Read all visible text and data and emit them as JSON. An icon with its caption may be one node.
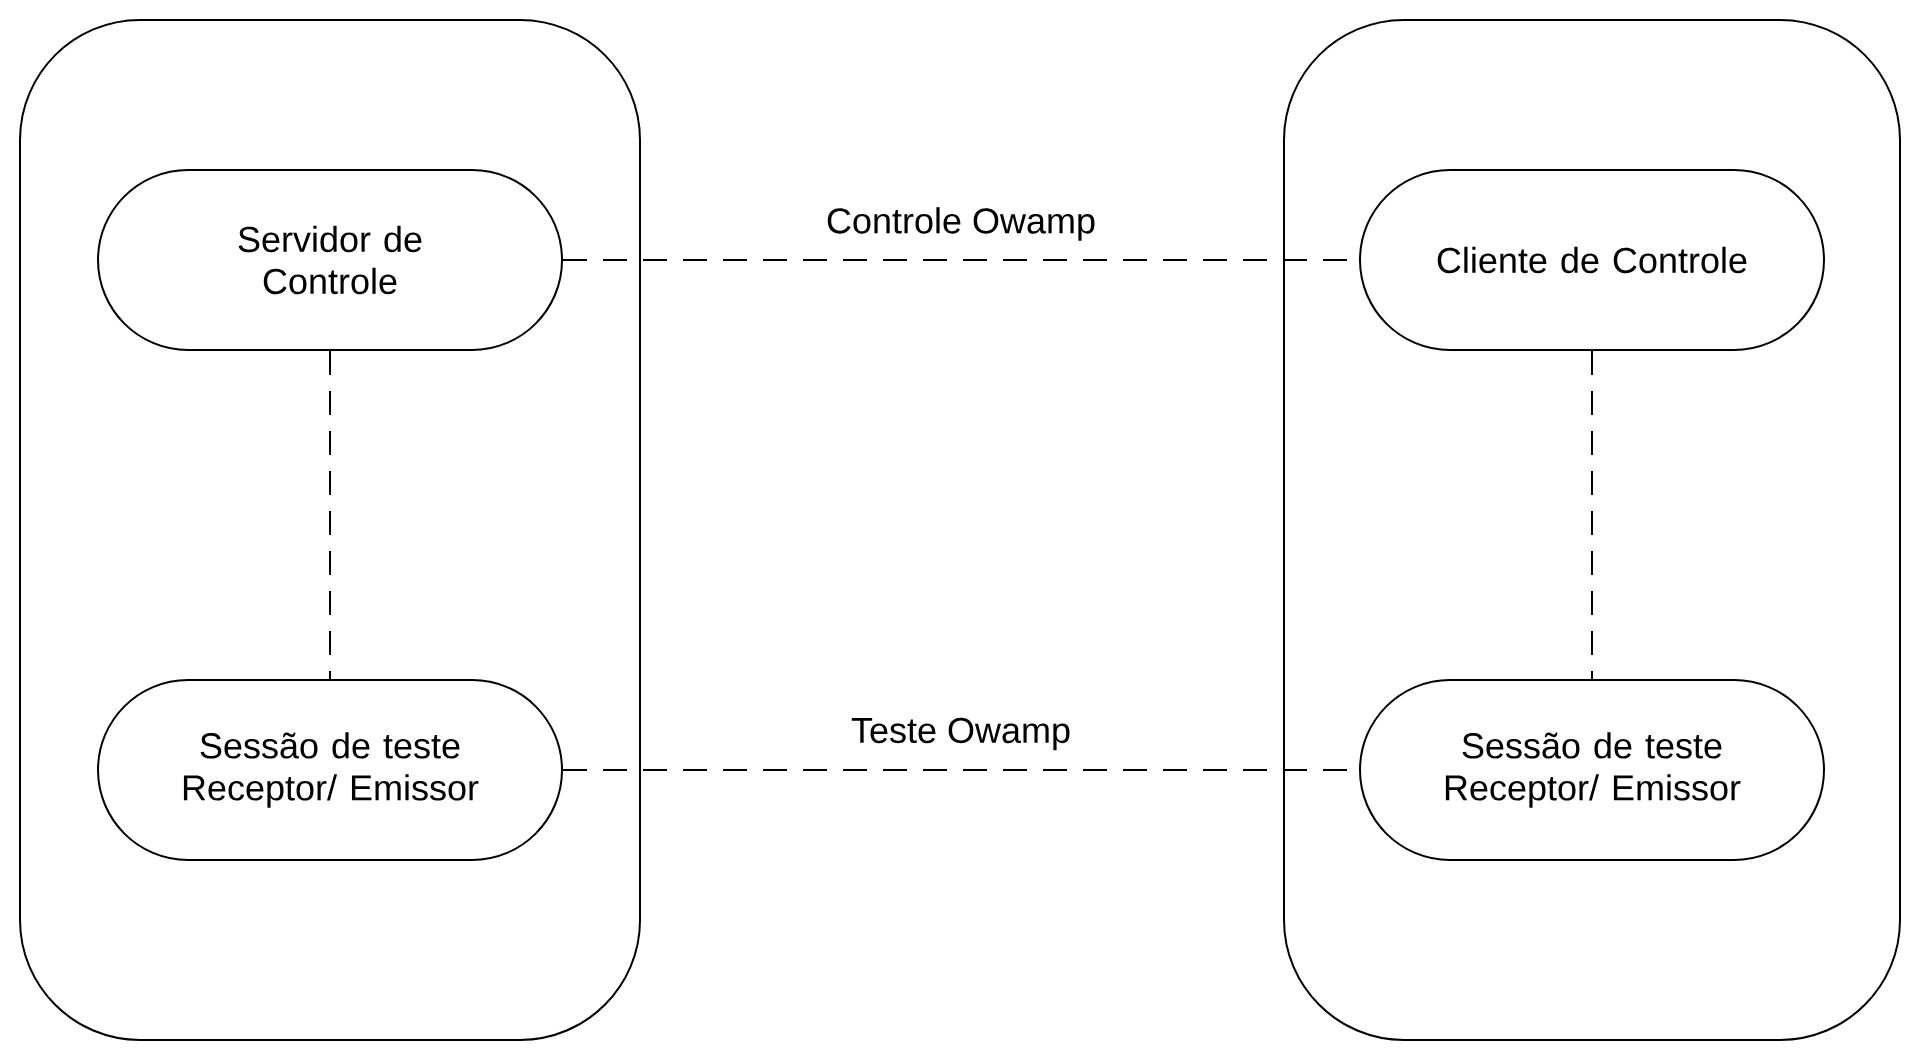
{
  "diagram": {
    "nodes": [
      {
        "text": [],
        "shape": "box"
      },
      {
        "text": [
          "Servidor de Controle"
        ],
        "in": 0
      },
      {
        "text": [
          "Sessão de teste Receptor/ Emissor"
        ],
        "in": 0
      },
      {
        "text": [],
        "shape": "box"
      },
      {
        "text": [
          "Cliente de Controle"
        ],
        "in": 3
      },
      {
        "text": [
          "Sessão de teste Receptor/ Emissor"
        ],
        "in": 3
      }
    ],
    "edges": [
      {
        "from": 1,
        "to": 4,
        "arrow": "none",
        "style": "dashed",
        "label": "Controle Owamp"
      },
      {
        "from": 1,
        "to": 2,
        "arrow": "none",
        "style": "dashed"
      },
      {
        "from": 4,
        "to": 5,
        "arrow": "none",
        "style": "dashed"
      },
      {
        "from": 2,
        "to": 5,
        "arrow": "none",
        "style": "dashed",
        "label": "Teste Owamp"
      }
    ]
  }
}
